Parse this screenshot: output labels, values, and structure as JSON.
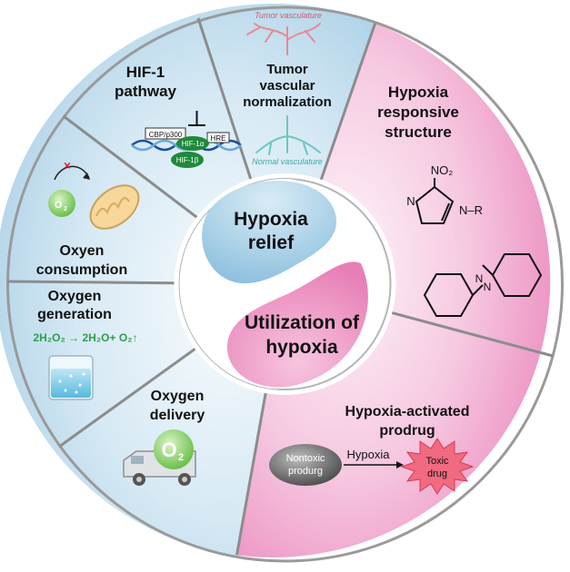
{
  "center": {
    "top_line1": "Hypoxia",
    "top_line2": "relief",
    "bottom_line1": "Utilization of",
    "bottom_line2": "hypoxia"
  },
  "segments": {
    "hif1": {
      "line1": "HIF-1",
      "line2": "pathway"
    },
    "vascular": {
      "line1": "Tumor",
      "line2": "vascular",
      "line3": "normalization"
    },
    "consumption": {
      "line1": "Oxyen",
      "line2": "consumption"
    },
    "generation": {
      "line1": "Oxygen",
      "line2": "generation"
    },
    "delivery": {
      "line1": "Oxygen",
      "line2": "delivery"
    },
    "structure": {
      "line1": "Hypoxia",
      "line2": "responsive",
      "line3": "structure"
    },
    "prodrug": {
      "line1": "Hypoxia-activated",
      "line2": "prodrug"
    }
  },
  "details": {
    "tumor_vasculature": "Tumor vasculature",
    "normal_vasculature": "Normal vasculature",
    "cbp": "CBP/p300",
    "hre": "HRE",
    "hif1a": "HIF-1α",
    "hif1b": "HIF-1β",
    "o2_small": "O",
    "o2_sub": "2",
    "o2_truck": "O",
    "o2_truck_sub": "2",
    "reaction": "2H₂O₂ → 2H₂O+ O₂↑",
    "no2": "NO₂",
    "n_r": "N–R",
    "n_label": "N",
    "azo_n1": "N",
    "azo_n2": "N",
    "nontoxic1": "Nontoxic",
    "nontoxic2": "produrg",
    "hypoxia_arrow": "Hypoxia",
    "toxic1": "Toxic",
    "toxic2": "drug"
  },
  "colors": {
    "blue_light": "#e6f1f8",
    "blue_mid": "#b4d6ea",
    "pink_light": "#fbe6f1",
    "pink_mid": "#ef9cc8",
    "divider": "#8c8c8c",
    "green": "#2e9e4a",
    "starburst": "#e53d5a"
  }
}
